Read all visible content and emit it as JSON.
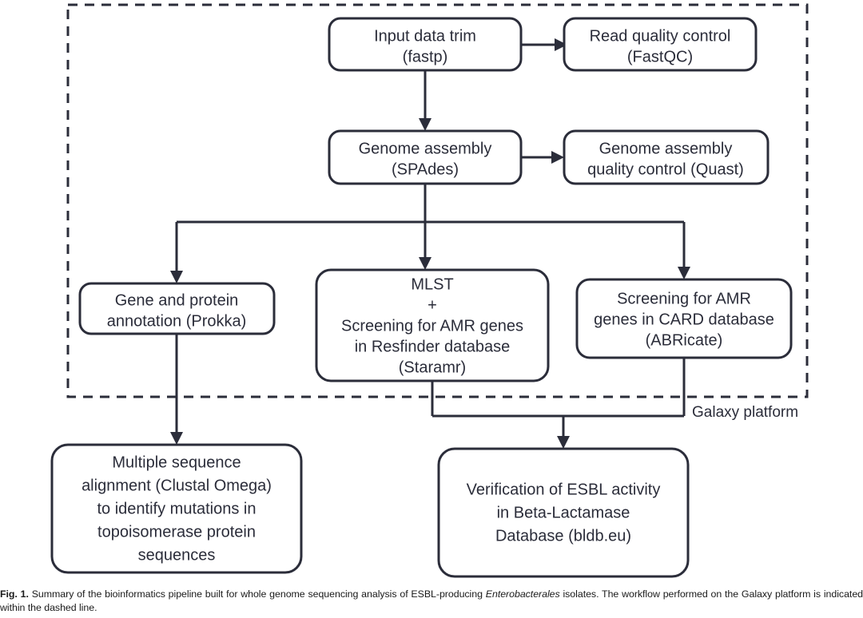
{
  "figure": {
    "frame_label": "Galaxy platform",
    "caption": {
      "label": "Fig. 1.",
      "text_before_italic": " Summary of the bioinformatics pipeline built for whole genome sequencing analysis of ESBL-producing ",
      "italic_term": "Enterobacterales",
      "text_after_italic": " isolates. The workflow performed on the Galaxy platform is indicated within the dashed line."
    }
  },
  "nodes": {
    "input_trim": {
      "line1": "Input data trim",
      "line2": "(fastp)"
    },
    "read_qc": {
      "line1": "Read quality control",
      "line2": "(FastQC)"
    },
    "assembly": {
      "line1": "Genome assembly",
      "line2": "(SPAdes)"
    },
    "assembly_qc": {
      "line1": "Genome assembly",
      "line2": "quality control (Quast)"
    },
    "prokka": {
      "line1": "Gene and protein",
      "line2": "annotation (Prokka)"
    },
    "staramr": {
      "line1": "MLST",
      "line2": "+",
      "line3": "Screening for AMR genes",
      "line4": "in Resfinder database",
      "line5": "(Staramr)"
    },
    "abricate": {
      "line1": "Screening for AMR",
      "line2": "genes in CARD database",
      "line3": "(ABRicate)"
    },
    "clustal": {
      "line1": "Multiple sequence",
      "line2": "alignment (Clustal Omega)",
      "line3": "to identify mutations in",
      "line4": "topoisomerase protein",
      "line5": "sequences"
    },
    "bldb": {
      "line1": "Verification of ESBL activity",
      "line2": "in Beta-Lactamase",
      "line3": "Database (bldb.eu)"
    }
  },
  "colors": {
    "stroke": "#2b2d3a",
    "fill": "#ffffff",
    "caption_text": "#1a1a1a"
  }
}
